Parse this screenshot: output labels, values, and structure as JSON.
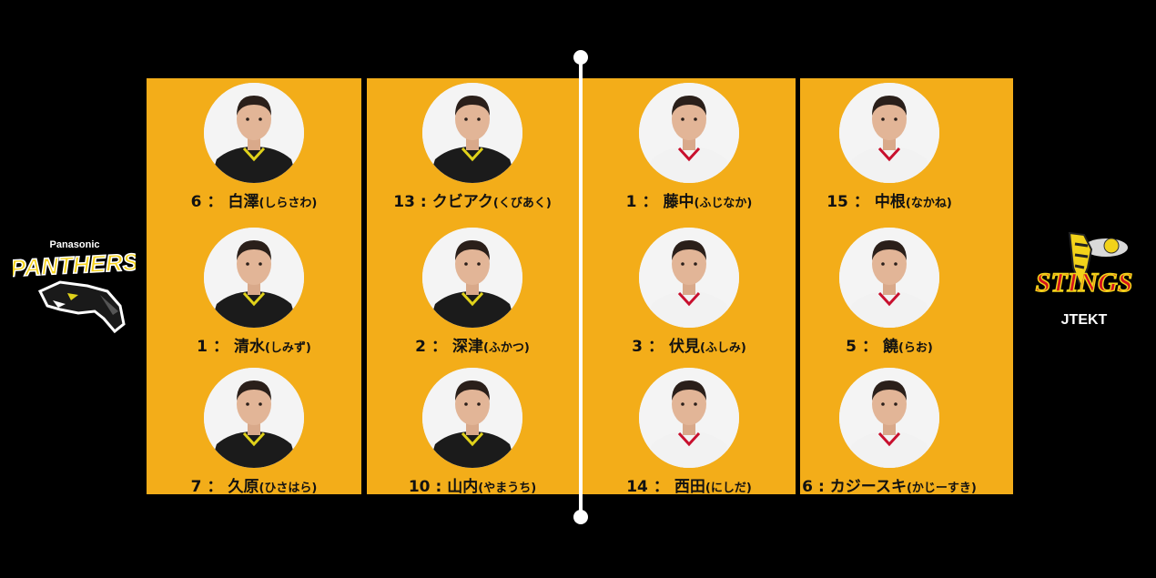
{
  "teams": {
    "left": {
      "logo_brand": "Panasonic",
      "logo_name": "PANTHERS"
    },
    "right": {
      "logo_name": "STINGS",
      "logo_brand": "JTEKT"
    }
  },
  "colors": {
    "background": "#000000",
    "panel": "#f3ad19",
    "net": "#ffffff",
    "panthers_jersey": "#1b1b1b",
    "stings_jersey": "#f2f2f2",
    "accent_yellow": "#e0d21a",
    "accent_red": "#c8102e"
  },
  "players": [
    {
      "col": 0,
      "row": 0,
      "number": "6",
      "sep": "：",
      "name": "白澤",
      "kana": "(しらさわ)",
      "team": "panthers"
    },
    {
      "col": 0,
      "row": 1,
      "number": "1",
      "sep": "：",
      "name": "清水",
      "kana": "(しみず)",
      "team": "panthers"
    },
    {
      "col": 0,
      "row": 2,
      "number": "7",
      "sep": "：",
      "name": "久原",
      "kana": "(ひさはら)",
      "team": "panthers"
    },
    {
      "col": 1,
      "row": 0,
      "number": "13",
      "sep": ":",
      "name": "クビアク",
      "kana": "(くびあく)",
      "team": "panthers"
    },
    {
      "col": 1,
      "row": 1,
      "number": "2",
      "sep": "：",
      "name": "深津",
      "kana": "(ふかつ)",
      "team": "panthers"
    },
    {
      "col": 1,
      "row": 2,
      "number": "10",
      "sep": ":",
      "name": "山内",
      "kana": "(やまうち)",
      "team": "panthers"
    },
    {
      "col": 2,
      "row": 0,
      "number": "1",
      "sep": "：",
      "name": "藤中",
      "kana": "(ふじなか)",
      "team": "stings"
    },
    {
      "col": 2,
      "row": 1,
      "number": "3",
      "sep": "：",
      "name": "伏見",
      "kana": "(ふしみ)",
      "team": "stings"
    },
    {
      "col": 2,
      "row": 2,
      "number": "14",
      "sep": "：",
      "name": "西田",
      "kana": "(にしだ)",
      "team": "stings"
    },
    {
      "col": 3,
      "row": 0,
      "number": "15",
      "sep": "：",
      "name": "中根",
      "kana": "(なかね)",
      "team": "stings"
    },
    {
      "col": 3,
      "row": 1,
      "number": "5",
      "sep": "：",
      "name": "饒",
      "kana": "(らお)",
      "team": "stings"
    },
    {
      "col": 3,
      "row": 2,
      "number": "6",
      "sep": ":",
      "name": "カジースキ",
      "kana": "(かじーすき)",
      "team": "stings"
    }
  ]
}
